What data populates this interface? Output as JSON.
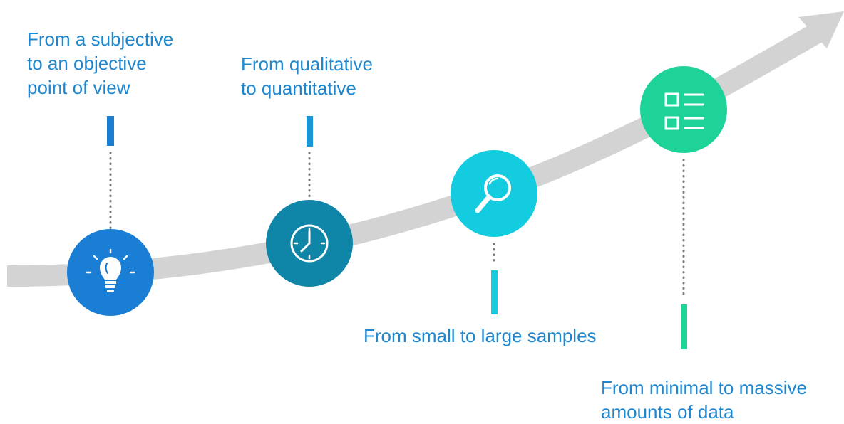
{
  "milestones": [
    {
      "text": "From a subjective\nto an objective\npoint of view",
      "icon": "lightbulb-icon",
      "color": "#1a7fd4"
    },
    {
      "text": "From qualitative\nto quantitative",
      "icon": "clock-icon",
      "color": "#0f86a8"
    },
    {
      "text": "From small to large samples",
      "icon": "magnifier-icon",
      "color": "#13ccdf"
    },
    {
      "text": "From minimal to massive\namounts of data",
      "icon": "checklist-icon",
      "color": "#1dd39a"
    }
  ],
  "colors": {
    "arrow": "#d3d3d3",
    "text": "#1e87d0",
    "dots": "#777777"
  }
}
